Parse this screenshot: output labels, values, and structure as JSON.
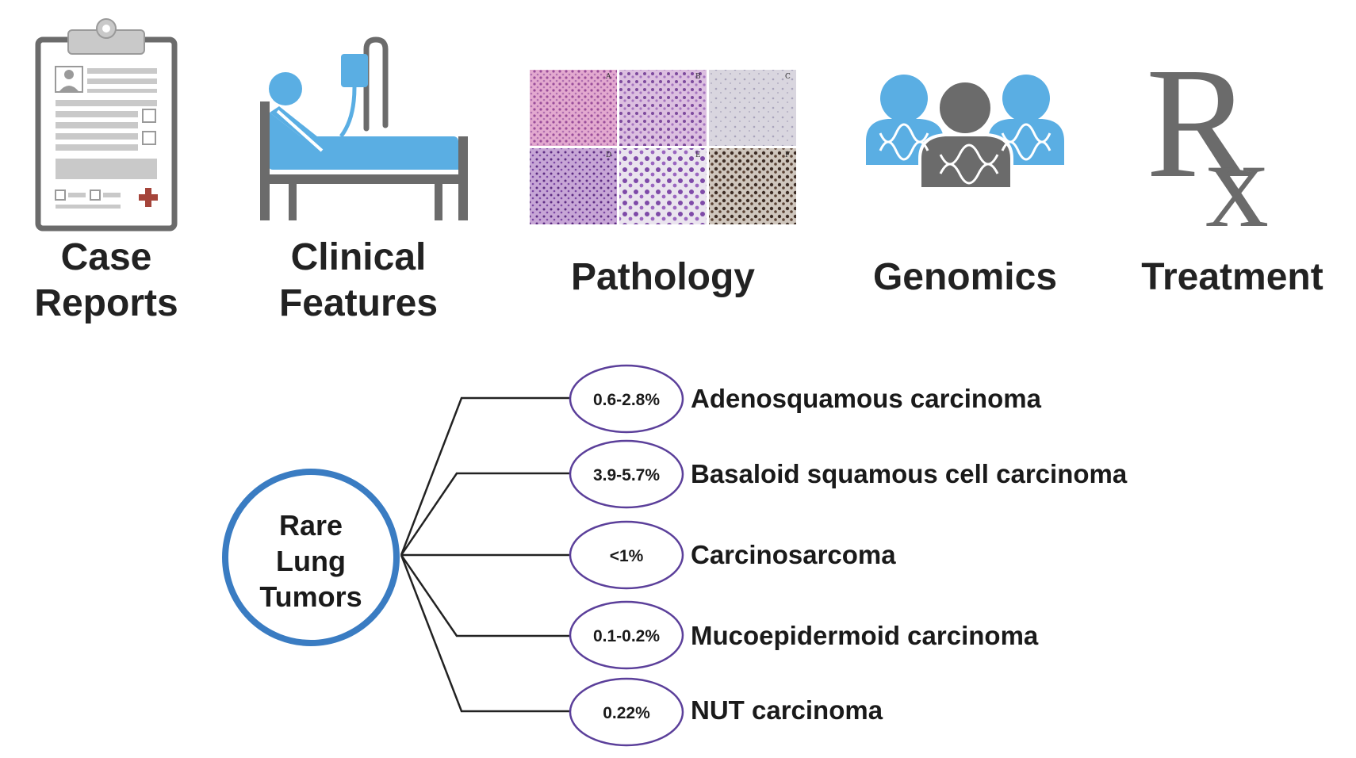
{
  "categories": [
    {
      "id": "case-reports",
      "icon": "clipboard-icon",
      "lines": [
        "Case",
        "Reports"
      ]
    },
    {
      "id": "clinical-features",
      "icon": "hospital-bed-icon",
      "lines": [
        "Clinical",
        "Features"
      ]
    },
    {
      "id": "pathology",
      "icon": "histology-micrograph-icon",
      "lines": [
        "Pathology"
      ],
      "panel_letters": [
        "A",
        "B",
        "C",
        "D",
        "E",
        "F"
      ]
    },
    {
      "id": "genomics",
      "icon": "people-dna-icon",
      "lines": [
        "Genomics"
      ]
    },
    {
      "id": "treatment",
      "icon": "rx-icon",
      "lines": [
        "Treatment"
      ],
      "glyph_r": "R",
      "glyph_x": "x"
    }
  ],
  "hub": {
    "lines": [
      "Rare",
      "Lung",
      "Tumors"
    ]
  },
  "tumors": [
    {
      "percent": "0.6-2.8%",
      "name": "Adenosquamous carcinoma"
    },
    {
      "percent": "3.9-5.7%",
      "name": "Basaloid squamous cell carcinoma"
    },
    {
      "percent": "<1%",
      "name": "Carcinosarcoma"
    },
    {
      "percent": "0.1-0.2%",
      "name": "Mucoepidermoid carcinoma"
    },
    {
      "percent": "0.22%",
      "name": "NUT carcinoma"
    }
  ],
  "colors": {
    "icon_gray": "#6b6b6b",
    "icon_light_gray": "#c9c9c9",
    "icon_blue": "#5aaee3",
    "hub_ring": "#3a7cc2",
    "ellipse_stroke": "#5b3f9a",
    "connector": "#222222",
    "cross_red": "#a5443a"
  }
}
